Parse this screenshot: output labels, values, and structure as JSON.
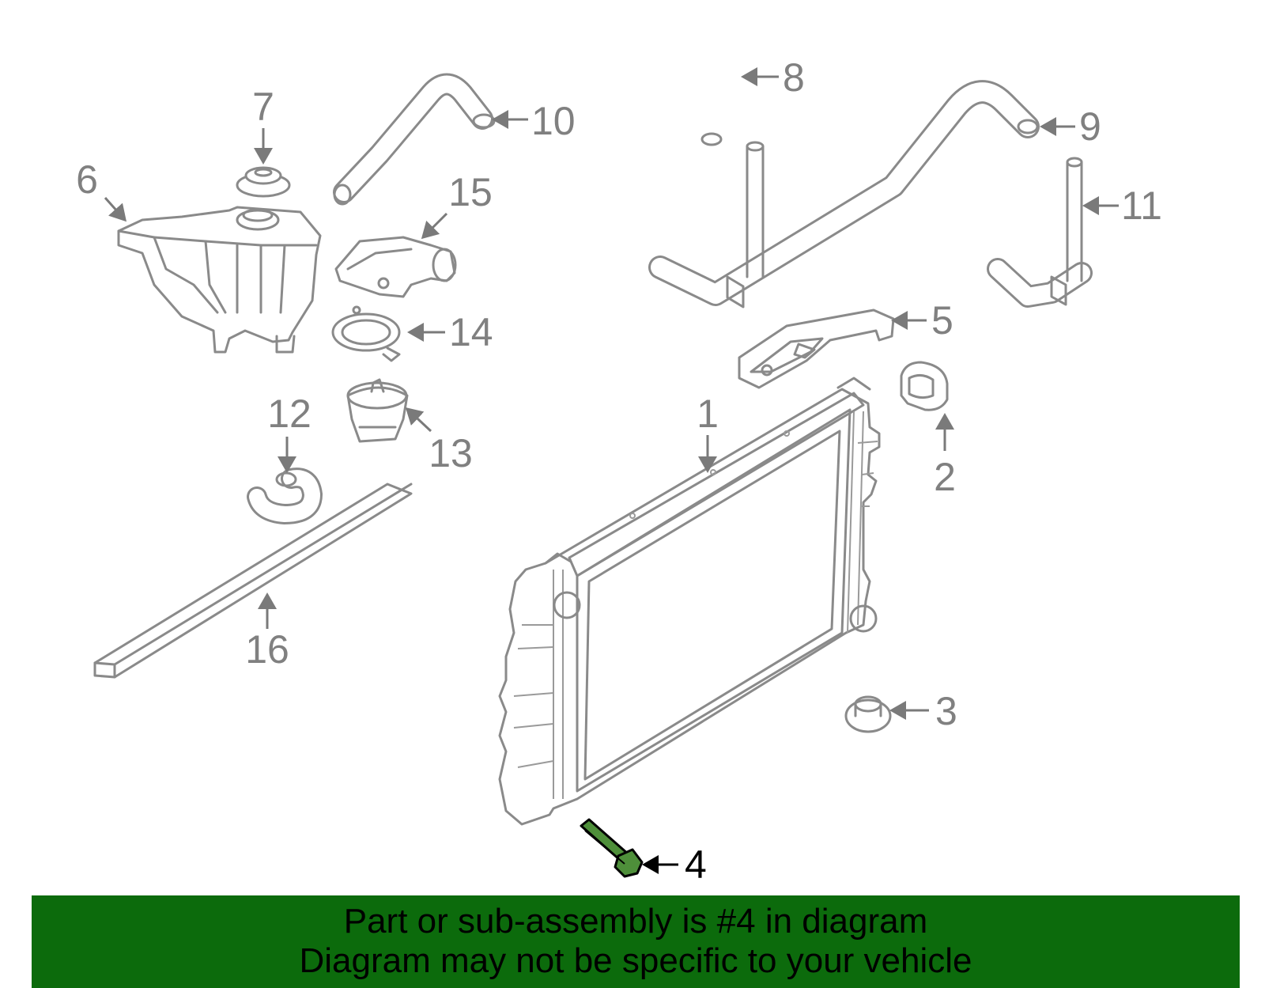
{
  "diagram": {
    "highlighted_part": "4",
    "callouts": [
      "1",
      "2",
      "3",
      "4",
      "5",
      "6",
      "7",
      "8",
      "9",
      "10",
      "11",
      "12",
      "13",
      "14",
      "15",
      "16"
    ]
  },
  "banner": {
    "line1": "Part or sub-assembly is #4 in diagram",
    "line2": "Diagram may not be specific to your vehicle",
    "background_color": "#0c6b0c"
  }
}
